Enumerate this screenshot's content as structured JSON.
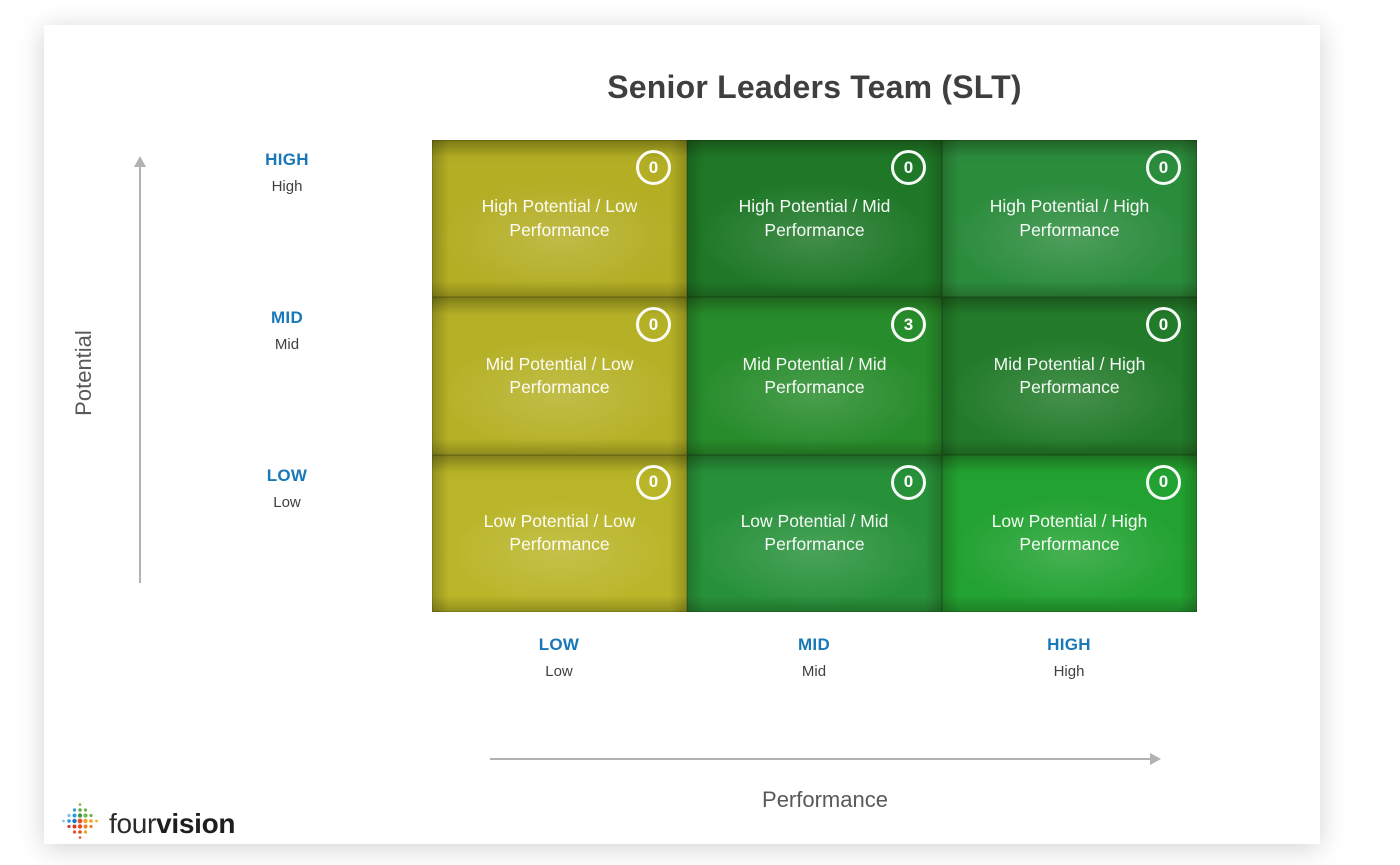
{
  "title": "Senior Leaders Team (SLT)",
  "y_axis": {
    "label": "Potential",
    "ticks": [
      {
        "primary": "HIGH",
        "secondary": "High"
      },
      {
        "primary": "MID",
        "secondary": "Mid"
      },
      {
        "primary": "LOW",
        "secondary": "Low"
      }
    ]
  },
  "x_axis": {
    "label": "Performance",
    "ticks": [
      {
        "primary": "LOW",
        "secondary": "Low"
      },
      {
        "primary": "MID",
        "secondary": "Mid"
      },
      {
        "primary": "HIGH",
        "secondary": "High"
      }
    ]
  },
  "grid": {
    "cells": [
      {
        "label": "High Potential / Low Performance",
        "count": "0",
        "color": "#b3ae24"
      },
      {
        "label": "High Potential / Mid Performance",
        "count": "0",
        "color": "#1e7827"
      },
      {
        "label": "High Potential / High Performance",
        "count": "0",
        "color": "#2b8c3c"
      },
      {
        "label": "Mid Potential / Low Performance",
        "count": "0",
        "color": "#b5b126"
      },
      {
        "label": "Mid Potential / Mid Performance",
        "count": "3",
        "color": "#278c2b"
      },
      {
        "label": "Mid Potential / High Performance",
        "count": "0",
        "color": "#227b2a"
      },
      {
        "label": "Low Potential / Low Performance",
        "count": "0",
        "color": "#b9b528"
      },
      {
        "label": "Low Potential / Mid Performance",
        "count": "0",
        "color": "#27913a"
      },
      {
        "label": "Low Potential / High Performance",
        "count": "0",
        "color": "#22a231"
      }
    ]
  },
  "logo": {
    "text_regular": "four",
    "text_bold": "vision"
  },
  "colors": {
    "tick_blue": "#1878b8",
    "axis_gray": "#b2b2b2",
    "title_gray": "#3f3f3f"
  },
  "chart_data": {
    "type": "heatmap",
    "title": "Senior Leaders Team (SLT)",
    "xlabel": "Performance",
    "ylabel": "Potential",
    "x_categories": [
      "Low",
      "Mid",
      "High"
    ],
    "y_categories_top_to_bottom": [
      "High",
      "Mid",
      "Low"
    ],
    "values_rows_top_to_bottom": [
      [
        0,
        0,
        0
      ],
      [
        0,
        3,
        0
      ],
      [
        0,
        0,
        0
      ]
    ],
    "cell_labels_row_major": [
      "High Potential / Low Performance",
      "High Potential / Mid Performance",
      "High Potential / High Performance",
      "Mid Potential / Low Performance",
      "Mid Potential / Mid Performance",
      "Mid Potential / High Performance",
      "Low Potential / Low Performance",
      "Low Potential / Mid Performance",
      "Low Potential / High Performance"
    ],
    "cell_colors_row_major": [
      "#b3ae24",
      "#1e7827",
      "#2b8c3c",
      "#b5b126",
      "#278c2b",
      "#227b2a",
      "#b9b528",
      "#27913a",
      "#22a231"
    ],
    "legend": "none",
    "grid_gap": 0
  }
}
